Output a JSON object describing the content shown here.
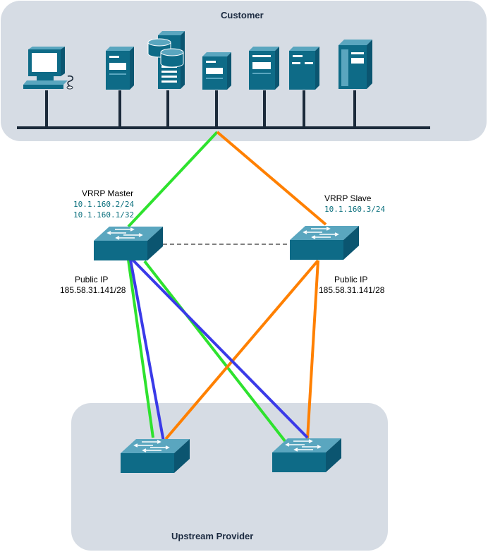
{
  "colors": {
    "group_fill": "#d6dce4",
    "device": "#0e6b87",
    "device_light": "#5aa6bf",
    "green": "#2ee22e",
    "orange": "#ff8000",
    "blue": "#3a3ae8",
    "bus": "#1b2a3a"
  },
  "groups": {
    "customer": {
      "title": "Customer"
    },
    "upstream": {
      "title": "Upstream Provider"
    }
  },
  "customer_devices": [
    {
      "icon": "workstation-icon"
    },
    {
      "icon": "server-tower-icon"
    },
    {
      "icon": "database-server-icon"
    },
    {
      "icon": "server-small-icon"
    },
    {
      "icon": "server-tower-icon"
    },
    {
      "icon": "server-tower-icon"
    },
    {
      "icon": "server-large-icon"
    }
  ],
  "switches": {
    "master": {
      "label": "VRRP Master",
      "ip1": "10.1.160.2/24",
      "ip2": "10.1.160.1/32",
      "public_label": "Public IP",
      "public_ip": "185.58.31.141/28"
    },
    "slave": {
      "label": "VRRP Slave",
      "ip1": "10.1.160.3/24",
      "public_label": "Public IP",
      "public_ip": "185.58.31.141/28"
    }
  }
}
